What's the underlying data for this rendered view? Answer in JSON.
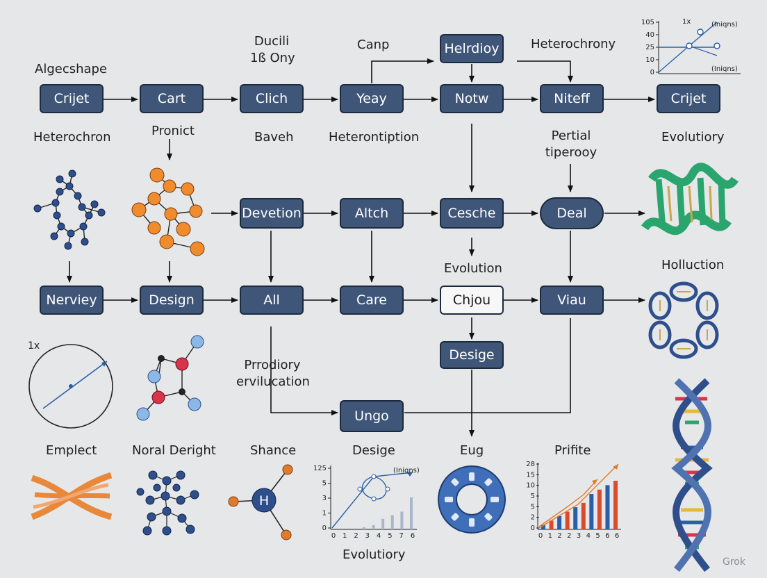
{
  "boxes": {
    "crijet1": "Crijet",
    "cart": "Cart",
    "clich": "Clich",
    "yeay": "Yeay",
    "notw": "Notw",
    "niteff": "Niteff",
    "crijet2": "Crijet",
    "helrdioy": "Helrdioy",
    "devetion": "Devetion",
    "altch": "Altch",
    "cesche": "Cesche",
    "deal": "Deal",
    "nerviey": "Nerviey",
    "design": "Design",
    "all": "All",
    "care": "Care",
    "chjou": "Chjou",
    "viau": "Viau",
    "desige": "Desige",
    "ungo": "Ungo"
  },
  "labels": {
    "algecshape": "Algecshape",
    "ducili_1": "Ducili",
    "ducili_2": "1ß Ony",
    "canp": "Canp",
    "heterochrony_top": "Heterochrony",
    "heterochron": "Heterochron",
    "pronict": "Pronict",
    "baveh": "Baveh",
    "heterontiption": "Heterontiption",
    "pertial_1": "Pertial",
    "pertial_2": "tiperooy",
    "evolutiory_top": "Evolutiory",
    "evolution": "Evolution",
    "holluction": "Holluction",
    "prrodiory_1": "Prrodiory",
    "prrodiory_2": "ervilucation",
    "one_x": "1x",
    "emplect": "Emplect",
    "noral_deright": "Noral Deright",
    "shance": "Shance",
    "desige_bottom": "Desige",
    "eug": "Eug",
    "prifite": "Prifite",
    "evolutiory_bottom": "Evolutiory",
    "h_atom": "H",
    "watermark": "Grok"
  },
  "mini_chart_top": {
    "y_ticks": [
      "105",
      "40",
      "25",
      "10",
      "0"
    ],
    "corner_label": "1x",
    "legend_top": "(Iniqns)",
    "legend_bottom": "(Iniqns)"
  },
  "mini_chart_mid": {
    "y_ticks": [
      "125",
      "5",
      "3",
      "1",
      "0"
    ],
    "x_ticks": [
      "0",
      "1",
      "2",
      "3",
      "4",
      "5",
      "7",
      "6"
    ],
    "legend": "(Iniqns)",
    "bar_values": [
      0.3,
      0.6,
      1.5,
      2.0,
      2.5,
      4.5
    ]
  },
  "mini_chart_right": {
    "y_ticks": [
      "28",
      "15",
      "10",
      "5",
      "5",
      "2",
      "0"
    ],
    "x_ticks": [
      "0",
      "1",
      "2",
      "2",
      "3",
      "4",
      "5",
      "6",
      "6"
    ],
    "bar_values": [
      1,
      2,
      3,
      4,
      5,
      6,
      8,
      9,
      10,
      11
    ]
  },
  "colors": {
    "box_fill": "#3f5679",
    "box_border": "#1c2a3f",
    "accent_blue": "#2b5ea8",
    "accent_orange": "#e07a2c",
    "molecule_orange": "#f08c2e",
    "molecule_red": "#d8344a",
    "molecule_lightblue": "#8cb8e6",
    "protein_green": "#2aa56d"
  }
}
